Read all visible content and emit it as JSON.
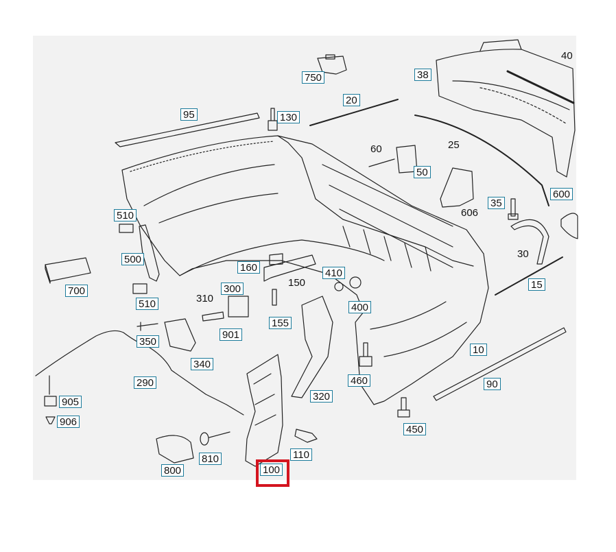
{
  "diagram": {
    "boxed_labels": [
      {
        "id": "c750",
        "text": "750"
      },
      {
        "id": "c38",
        "text": "38"
      },
      {
        "id": "c20",
        "text": "20"
      },
      {
        "id": "c95",
        "text": "95"
      },
      {
        "id": "c130",
        "text": "130"
      },
      {
        "id": "c50",
        "text": "50"
      },
      {
        "id": "c600",
        "text": "600"
      },
      {
        "id": "c35",
        "text": "35"
      },
      {
        "id": "c510a",
        "text": "510"
      },
      {
        "id": "c500",
        "text": "500"
      },
      {
        "id": "c160",
        "text": "160"
      },
      {
        "id": "c410",
        "text": "410"
      },
      {
        "id": "c700",
        "text": "700"
      },
      {
        "id": "c510b",
        "text": "510"
      },
      {
        "id": "c300",
        "text": "300"
      },
      {
        "id": "c400",
        "text": "400"
      },
      {
        "id": "c15",
        "text": "15"
      },
      {
        "id": "c155",
        "text": "155"
      },
      {
        "id": "c901",
        "text": "901"
      },
      {
        "id": "c350",
        "text": "350"
      },
      {
        "id": "c340",
        "text": "340"
      },
      {
        "id": "c10",
        "text": "10"
      },
      {
        "id": "c460",
        "text": "460"
      },
      {
        "id": "c290",
        "text": "290"
      },
      {
        "id": "c320",
        "text": "320"
      },
      {
        "id": "c90",
        "text": "90"
      },
      {
        "id": "c905",
        "text": "905"
      },
      {
        "id": "c906",
        "text": "906"
      },
      {
        "id": "c450",
        "text": "450"
      },
      {
        "id": "c110",
        "text": "110"
      },
      {
        "id": "c800",
        "text": "800"
      },
      {
        "id": "c810",
        "text": "810"
      },
      {
        "id": "c100",
        "text": "100"
      }
    ],
    "plain_labels": [
      {
        "id": "p40",
        "text": "40"
      },
      {
        "id": "p60",
        "text": "60"
      },
      {
        "id": "p25",
        "text": "25"
      },
      {
        "id": "p606",
        "text": "606"
      },
      {
        "id": "p30",
        "text": "30"
      },
      {
        "id": "p150",
        "text": "150"
      },
      {
        "id": "p310",
        "text": "310"
      }
    ],
    "highlighted_part": "100",
    "colors": {
      "callout_border": "#1a7a9a",
      "highlight": "#d4141f",
      "panel": "#f2f2f2",
      "line": "#222222"
    }
  }
}
